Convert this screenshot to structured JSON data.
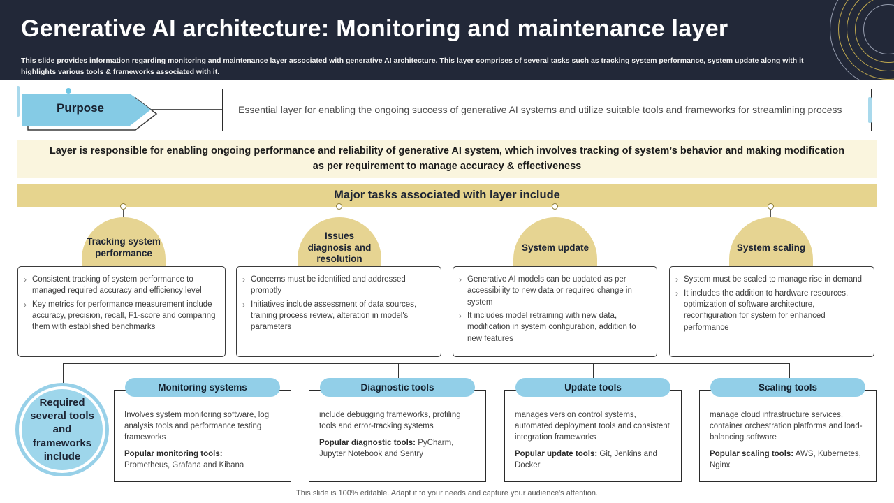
{
  "header": {
    "title": "Generative AI architecture: Monitoring and maintenance layer",
    "subtitle": "This slide provides information regarding monitoring and maintenance layer associated with generative AI architecture. This layer comprises of several tasks such as tracking system performance, system update along  with it highlights various tools & frameworks associated with it."
  },
  "purpose": {
    "label": "Purpose",
    "text": "Essential layer for enabling the ongoing success of generative AI systems and utilize suitable tools and frameworks for streamlining process"
  },
  "responsibility_banner": "Layer is responsible for enabling ongoing performance and reliability of generative AI system, which involves tracking of system’s behavior and making modification as per requirement to manage accuracy & effectiveness",
  "tasks_banner": "Major tasks associated with layer include",
  "tasks": [
    {
      "name": "Tracking system performance",
      "bullets": [
        "Consistent tracking of system performance to managed required accuracy and efficiency level",
        "Key metrics for performance measurement include accuracy, precision, recall, F1-score and comparing them with established benchmarks"
      ]
    },
    {
      "name": "Issues diagnosis and resolution",
      "bullets": [
        "Concerns must be identified and addressed promptly",
        "Initiatives include assessment of data sources, training process review, alteration in model's parameters"
      ]
    },
    {
      "name": "System update",
      "bullets": [
        "Generative AI models can be updated as per accessibility to new data or required change in system",
        "It includes model retraining with new data, modification in system configuration, addition to new features"
      ]
    },
    {
      "name": "System scaling",
      "bullets": [
        "System must be scaled to manage rise in demand",
        "It includes the addition to hardware resources, optimization of software architecture, reconfiguration for system for enhanced performance"
      ]
    }
  ],
  "tools_circle": "Required several tools and frameworks include",
  "tools": [
    {
      "label": "Monitoring systems",
      "description": "Involves  system monitoring  software, log analysis tools and performance testing frameworks",
      "popular_label": "Popular monitoring tools:",
      "popular_items": "Prometheus,  Grafana  and Kibana"
    },
    {
      "label": "Diagnostic tools",
      "description": "include debugging frameworks, profiling tools and error-tracking systems",
      "popular_label": "Popular diagnostic tools:",
      "popular_items": "PyCharm, Jupyter Notebook and Sentry"
    },
    {
      "label": "Update tools",
      "description": "manages version  control systems, automated deployment tools and consistent integration frameworks",
      "popular_label": "Popular update tools:",
      "popular_items": "Git, Jenkins and Docker"
    },
    {
      "label": "Scaling tools",
      "description": "manage cloud infrastructure services, container orchestration platforms and load-balancing software",
      "popular_label": "Popular scaling tools:",
      "popular_items": "AWS, Kubernetes, Nginx"
    }
  ],
  "footer": "This slide is 100% editable.  Adapt it to your needs and capture your audience's attention.",
  "colors": {
    "header_navy": "#222838",
    "gold_banner": "#E6D48E",
    "dome_khaki": "#E6D492",
    "cream_banner": "#FAF5DE",
    "accent_blue": "#92CFE8",
    "ring_gold": "#BFA84E",
    "ring_silver": "#959CAD"
  }
}
